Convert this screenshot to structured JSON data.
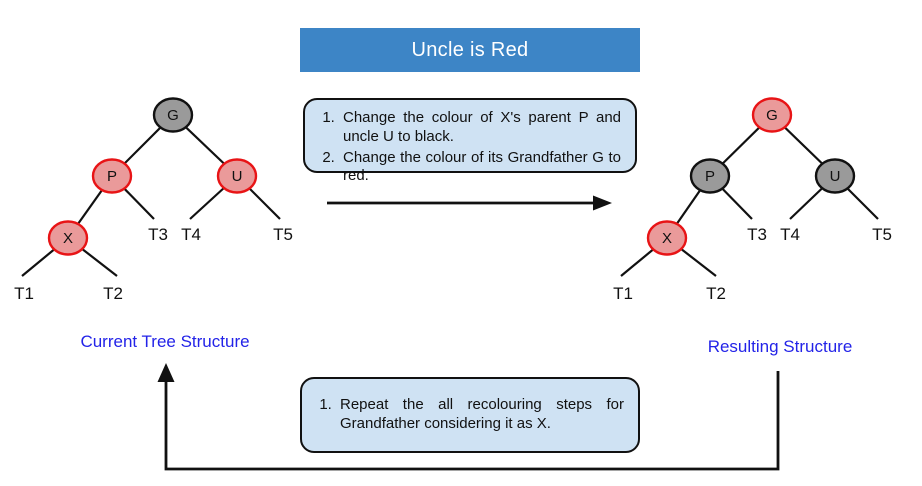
{
  "title": "Uncle is Red",
  "colors": {
    "title_bg": "#3d85c6",
    "box_bg": "#cfe2f3",
    "node_red_fill": "#ea9a9a",
    "node_red_stroke": "#e81416",
    "node_black_fill": "#9a9a9a",
    "node_black_stroke": "#111111",
    "label_blue": "#2323e8"
  },
  "steps_box": {
    "items": [
      "Change the colour of X's parent P and uncle U to black.",
      "Change the colour of its Grandfather G to red."
    ]
  },
  "repeat_box": {
    "items": [
      "Repeat the all recolouring steps for Grandfather considering it as X."
    ]
  },
  "left_tree": {
    "caption": "Current Tree Structure",
    "nodes": [
      {
        "label": "G",
        "color": "black"
      },
      {
        "label": "P",
        "color": "red"
      },
      {
        "label": "U",
        "color": "red"
      },
      {
        "label": "X",
        "color": "red"
      }
    ],
    "leaves": [
      "T1",
      "T2",
      "T3",
      "T4",
      "T5"
    ]
  },
  "right_tree": {
    "caption": "Resulting Structure",
    "nodes": [
      {
        "label": "G",
        "color": "red"
      },
      {
        "label": "P",
        "color": "black"
      },
      {
        "label": "U",
        "color": "black"
      },
      {
        "label": "X",
        "color": "red"
      }
    ],
    "leaves": [
      "T1",
      "T2",
      "T3",
      "T4",
      "T5"
    ]
  }
}
